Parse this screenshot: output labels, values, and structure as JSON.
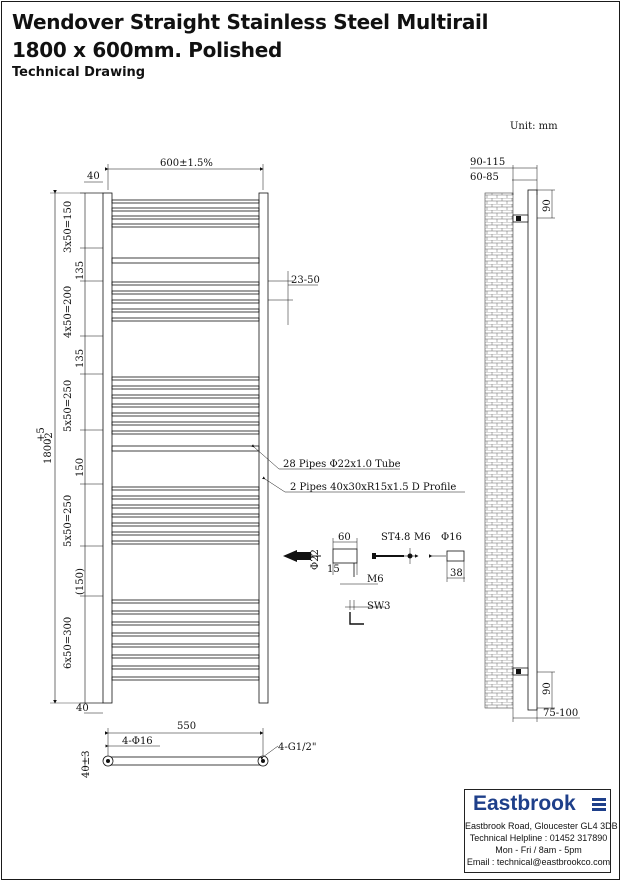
{
  "header": {
    "title_line1": "Wendover Straight Stainless Steel Multirail",
    "title_line2": "1800 x 600mm. Polished",
    "subtitle": "Technical Drawing"
  },
  "drawing": {
    "unit": "Unit: mm",
    "width_dim": "600±1.5%",
    "left_offset": "40",
    "height_dim": "1800",
    "height_tol_top": "+5",
    "height_tol_bottom": "-2",
    "bottom_offset": "40",
    "groups": [
      "3x50=150",
      "135",
      "4x50=200",
      "135",
      "5x50=250",
      "150",
      "5x50=250",
      "(150)",
      "6x50=300"
    ],
    "rail_gap": "23-50",
    "callout_pipes": "28 Pipes Φ22x1.0 Tube",
    "callout_profile": "2 Pipes 40x30xR15x1.5 D Profile",
    "side_dims": {
      "outer": "90-115",
      "inner": "60-85",
      "bracket_top": "90",
      "bracket_bottom": "90",
      "bottom": "75-100"
    },
    "fixing": {
      "bracket_len": "60",
      "screw": "ST4.8",
      "thread": "M6",
      "dia": "Φ16",
      "cap_len": "38",
      "tube_dia": "Φ22",
      "depth": "15",
      "grub": "M6",
      "key": "SW3"
    },
    "plan": {
      "centres": "550",
      "holes": "4-Φ16",
      "inlets": "4-G1/2\"",
      "depth": "40±3"
    }
  },
  "company": {
    "name": "Eastbrook",
    "address": "Eastbrook Road, Gloucester GL4 3DB",
    "helpline": "Technical Helpline : 01452 317890",
    "hours": "Mon - Fri / 8am - 5pm",
    "email": "Email : technical@eastbrookco.com",
    "brand_color": "#1e3f8a"
  }
}
